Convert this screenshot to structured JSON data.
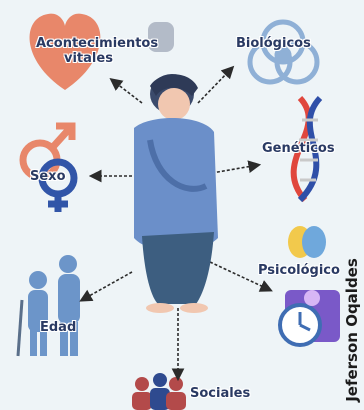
{
  "diagram": {
    "center_figure": "seated-person-hugging-knees",
    "factors": {
      "acontecimientos": {
        "line1": "Acontecimientos",
        "line2": "vitales",
        "icon": "heart-icon"
      },
      "biologicos": {
        "label": "Biológicos",
        "icon": "biohazard-icon"
      },
      "sexo": {
        "label": "Sexo",
        "icon": "gender-symbols-icon"
      },
      "geneticos": {
        "label": "Genéticos",
        "icon": "dna-icon"
      },
      "psicologico": {
        "label": "Psicológico",
        "icon": "brain-icon"
      },
      "edad": {
        "label": "Edad",
        "icon": "elderly-couple-icon"
      },
      "sociales": {
        "label": "Sociales",
        "icon": "people-group-icon"
      }
    },
    "credit": "Jeferson Oqaldes"
  },
  "colors": {
    "background": "#eef4f7",
    "label_text": "#2a3a63",
    "arrow": "#2b2b2b",
    "heart": "#e8876a",
    "sweater": "#6b8fc9",
    "pants": "#3d5e80",
    "dna_red": "#e0473d",
    "dna_blue": "#2f4fa8"
  }
}
